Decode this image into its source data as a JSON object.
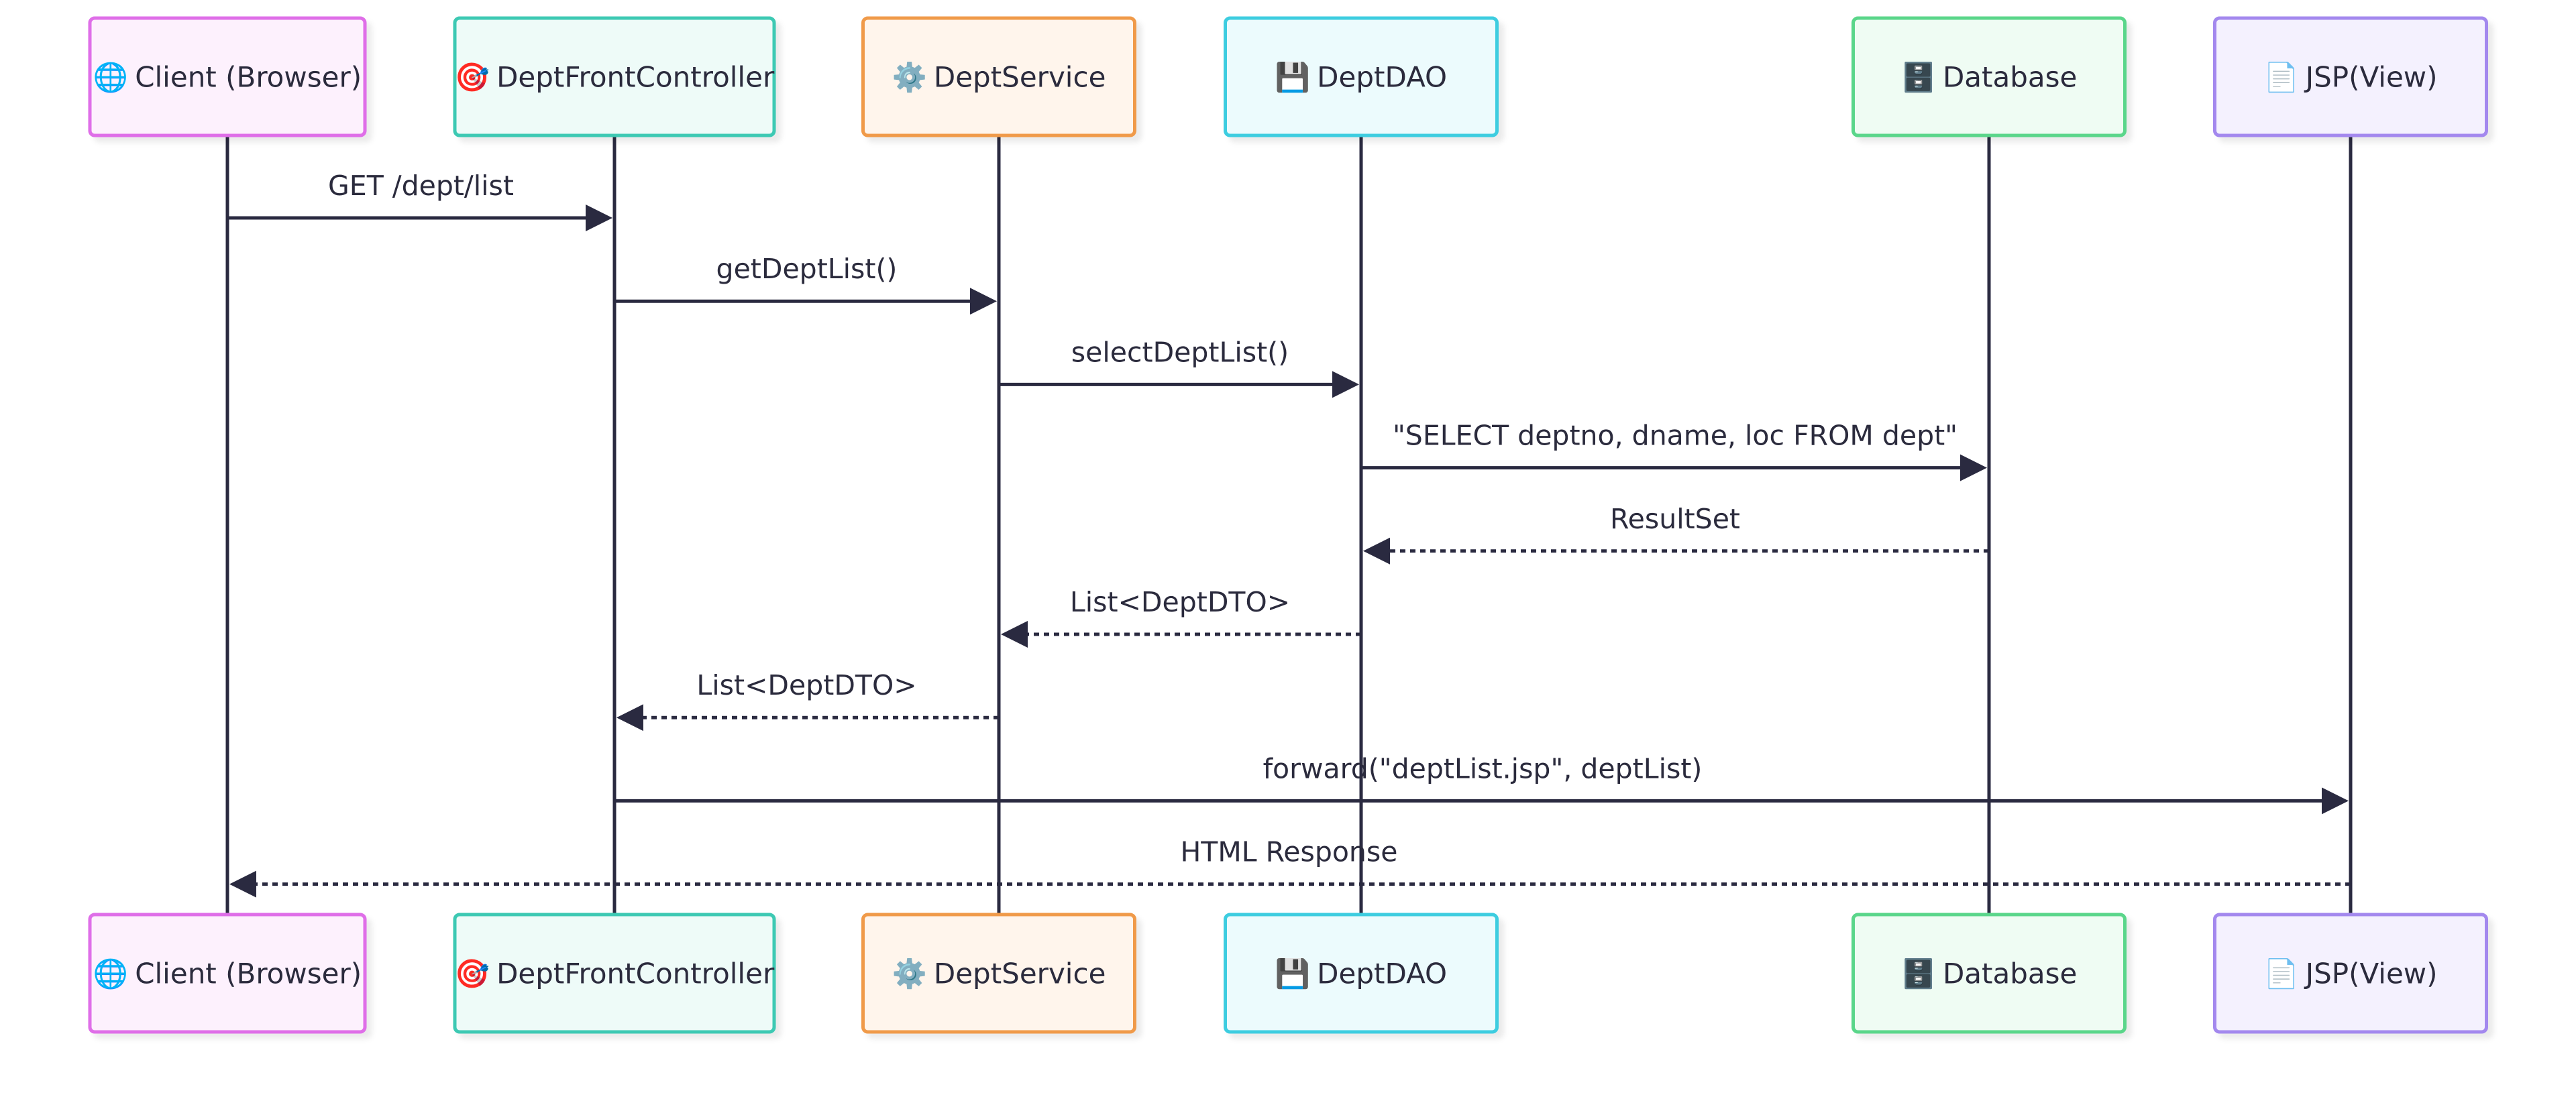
{
  "participants": [
    {
      "id": "client",
      "icon": "🌐",
      "label": "Client (Browser)",
      "border": "#df6ee8",
      "fill": "#fdf1fd",
      "icon_name": "globe-icon"
    },
    {
      "id": "controller",
      "icon": "🎯",
      "label": "DeptFrontController",
      "border": "#3cc9b3",
      "fill": "#eefbf8",
      "icon_name": "target-icon"
    },
    {
      "id": "service",
      "icon": "⚙️",
      "label": "DeptService",
      "border": "#f09a4a",
      "fill": "#fff5ec",
      "icon_name": "gear-icon"
    },
    {
      "id": "dao",
      "icon": "💾",
      "label": "DeptDAO",
      "border": "#3ccde0",
      "fill": "#ecfbfd",
      "icon_name": "floppy-disk-icon"
    },
    {
      "id": "database",
      "icon": "🗄️",
      "label": "Database",
      "border": "#5ad68a",
      "fill": "#effcf3",
      "icon_name": "file-cabinet-icon"
    },
    {
      "id": "view",
      "icon": "📄",
      "label": "JSP(View)",
      "border": "#a388ee",
      "fill": "#f4f1fe",
      "icon_name": "document-icon"
    }
  ],
  "messages": [
    {
      "from": "client",
      "to": "controller",
      "label": "GET /dept/list",
      "style": "solid"
    },
    {
      "from": "controller",
      "to": "service",
      "label": "getDeptList()",
      "style": "solid"
    },
    {
      "from": "service",
      "to": "dao",
      "label": "selectDeptList()",
      "style": "solid"
    },
    {
      "from": "dao",
      "to": "database",
      "label": "\"SELECT deptno, dname, loc FROM dept\"",
      "style": "solid"
    },
    {
      "from": "database",
      "to": "dao",
      "label": "ResultSet",
      "style": "dashed"
    },
    {
      "from": "dao",
      "to": "service",
      "label": "List<DeptDTO>",
      "style": "dashed"
    },
    {
      "from": "service",
      "to": "controller",
      "label": "List<DeptDTO>",
      "style": "dashed"
    },
    {
      "from": "controller",
      "to": "view",
      "label": "forward(\"deptList.jsp\", deptList)",
      "style": "solid"
    },
    {
      "from": "view",
      "to": "client",
      "label": "HTML Response",
      "style": "dashed"
    }
  ]
}
